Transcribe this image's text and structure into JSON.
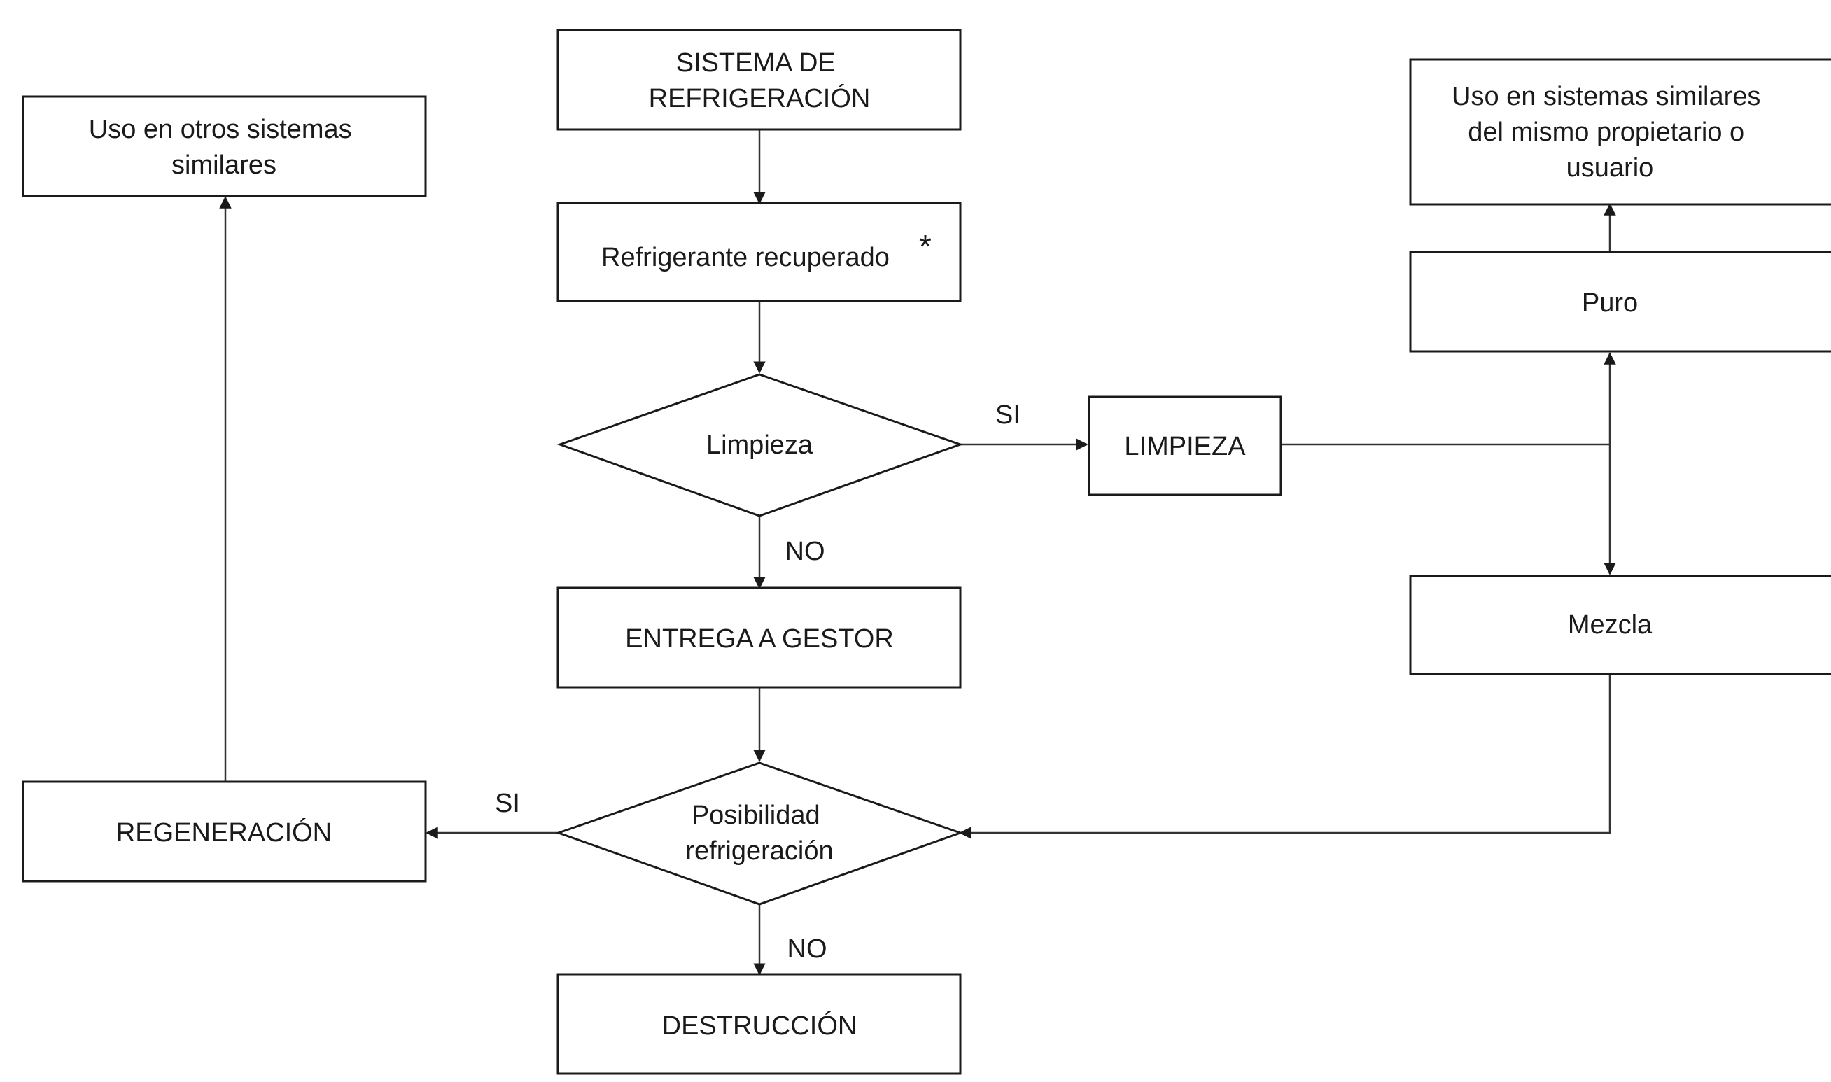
{
  "nodes": {
    "sistema": [
      "SISTEMA DE",
      "REFRIGERACIÓN"
    ],
    "recuperado": "Refrigerante recuperado",
    "recuperado_mark": "*",
    "limpieza_q": "Limpieza",
    "limpieza_box": "LIMPIEZA",
    "entrega": "ENTREGA A GESTOR",
    "posibilidad": [
      "Posibilidad",
      "refrigeración"
    ],
    "regeneracion": "REGENERACIÓN",
    "destruccion": "DESTRUCCIÓN",
    "otros": [
      "Uso en otros sistemas",
      "similares"
    ],
    "propietario": [
      "Uso en sistemas similares",
      "del mismo propietario o",
      "usuario"
    ],
    "puro": "Puro",
    "mezcla": "Mezcla"
  },
  "edge_labels": {
    "limpieza_si": "SI",
    "limpieza_no": "NO",
    "posibilidad_si": "SI",
    "posibilidad_no": "NO"
  },
  "colors": {
    "stroke": "#1a1a1a",
    "line": "#333333",
    "background": "#ffffff"
  }
}
